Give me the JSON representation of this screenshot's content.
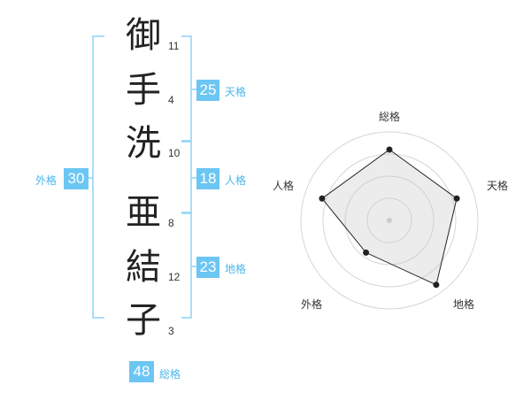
{
  "characters": [
    {
      "char": "御",
      "strokes": "11"
    },
    {
      "char": "手",
      "strokes": "4"
    },
    {
      "char": "洗",
      "strokes": "10"
    },
    {
      "char": "亜",
      "strokes": "8"
    },
    {
      "char": "結",
      "strokes": "12"
    },
    {
      "char": "子",
      "strokes": "3"
    }
  ],
  "badges": {
    "tenkaku": {
      "value": "25",
      "label": "天格"
    },
    "jinkaku": {
      "value": "18",
      "label": "人格"
    },
    "chikaku": {
      "value": "23",
      "label": "地格"
    },
    "gaikaku": {
      "value": "30",
      "label": "外格"
    },
    "soukaku": {
      "value": "48",
      "label": "総格"
    }
  },
  "colors": {
    "accent": "#6cc6f3",
    "accent_text": "#4ab6ec",
    "bracket": "#8fd2f5"
  },
  "chart_data": {
    "type": "radar",
    "axes": [
      "総格",
      "天格",
      "地格",
      "外格",
      "人格"
    ],
    "values": [
      0.8,
      0.8,
      0.9,
      0.45,
      0.8
    ],
    "range": [
      0,
      1
    ]
  }
}
